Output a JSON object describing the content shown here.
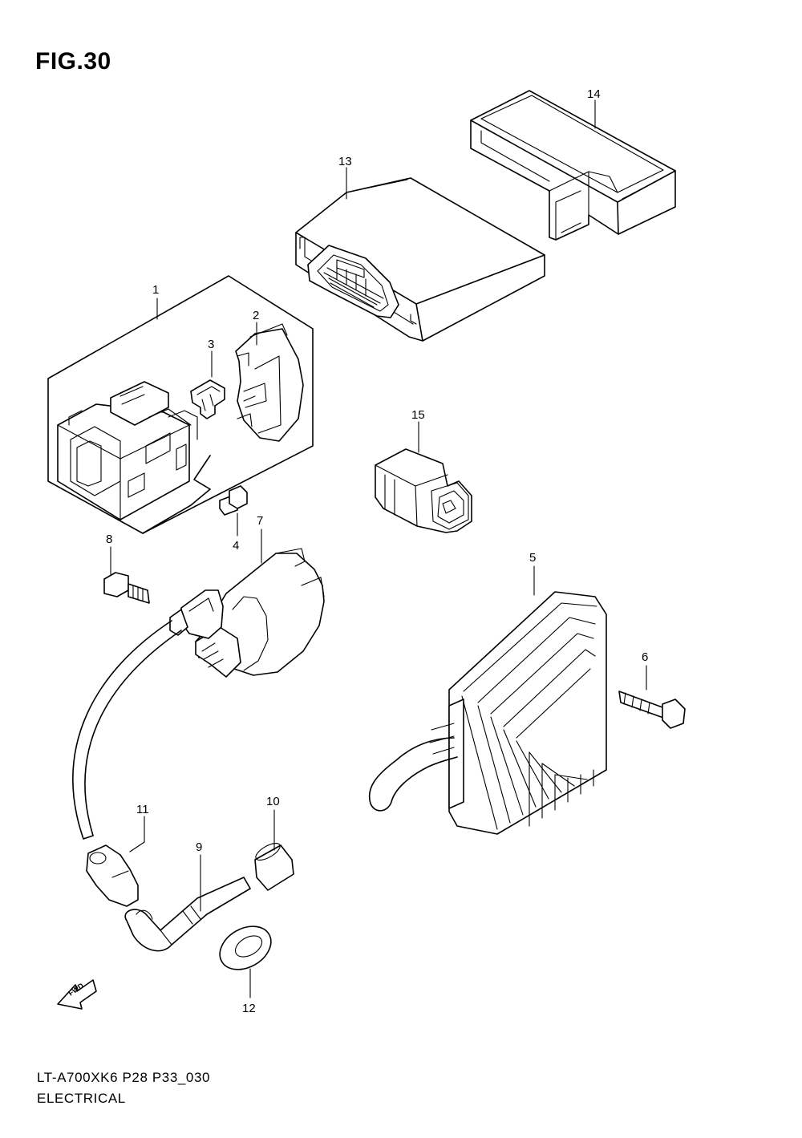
{
  "figure": {
    "title": "FIG.30"
  },
  "footer": {
    "model_line": "LT-A700XK6 P28 P33_030",
    "section_name": "ELECTRICAL"
  },
  "fwd_marker": {
    "label": "FWD"
  },
  "callouts": [
    {
      "id": "1",
      "label": "1"
    },
    {
      "id": "2",
      "label": "2"
    },
    {
      "id": "3",
      "label": "3"
    },
    {
      "id": "4",
      "label": "4"
    },
    {
      "id": "5",
      "label": "5"
    },
    {
      "id": "6",
      "label": "6"
    },
    {
      "id": "7",
      "label": "7"
    },
    {
      "id": "8",
      "label": "8"
    },
    {
      "id": "9",
      "label": "9"
    },
    {
      "id": "10",
      "label": "10"
    },
    {
      "id": "11",
      "label": "11"
    },
    {
      "id": "12",
      "label": "12"
    },
    {
      "id": "13",
      "label": "13"
    },
    {
      "id": "14",
      "label": "14"
    },
    {
      "id": "15",
      "label": "15"
    }
  ]
}
